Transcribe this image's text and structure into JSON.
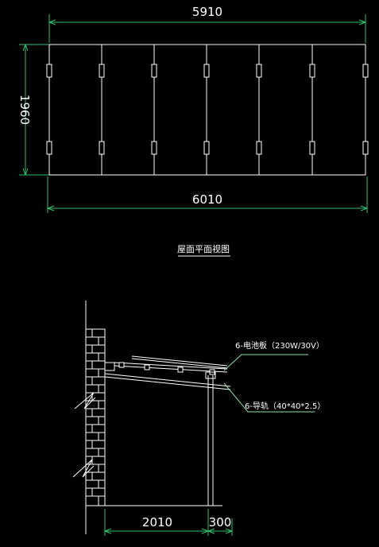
{
  "plan": {
    "dim_top": "5910",
    "dim_bottom": "6010",
    "dim_left": "1960",
    "title": "屋面平面视图",
    "panel_count": 6
  },
  "section": {
    "label_panel": "6-电池板（230W/30V）",
    "label_rail": "6-导轨（40*40*2.5）",
    "dim_span": "2010",
    "dim_offset": "300"
  },
  "colors": {
    "background": "#000000",
    "line": "#ffffff",
    "dimension": "#2fbf6f",
    "leader": "#8fe0a0",
    "title": "#ffffff"
  }
}
